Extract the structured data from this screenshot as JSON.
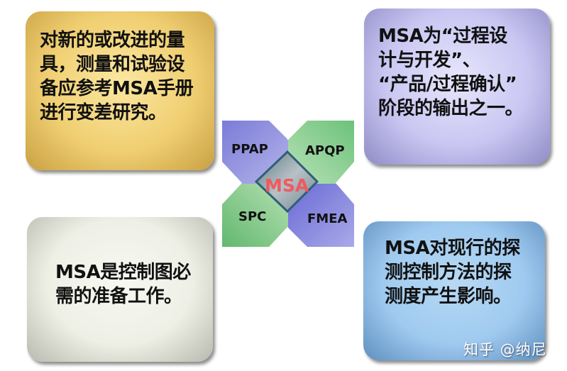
{
  "boxes": {
    "top_left": {
      "text": "对新的或改进的量\n具，测量和试验设\n备应参考MSA手册\n进行变差研究。",
      "color": "#f0cf72"
    },
    "top_right": {
      "text": "MSA为“过程设\n计与开发”、\n “产品/过程确认”\n阶段的输出之一。",
      "color": "#c9c6f2"
    },
    "bottom_left": {
      "text": "MSA是控制图必\n需的准备工作。",
      "color": "#eef0e6"
    },
    "bottom_right": {
      "text": "MSA对现行的探\n测控制方法的探\n测度产生影响。",
      "color": "#9fcaf0"
    }
  },
  "center_diagram": {
    "core": "MSA",
    "core_color": "#ef5a5f",
    "quadrants": [
      {
        "label": "PPAP",
        "position": "top-left",
        "color": "#8f8fdc"
      },
      {
        "label": "APQP",
        "position": "top-right",
        "color": "#8fcf8f"
      },
      {
        "label": "SPC",
        "position": "bottom-left",
        "color": "#8fcf8f"
      },
      {
        "label": "FMEA",
        "position": "bottom-right",
        "color": "#8f8fdc"
      }
    ]
  },
  "watermark": "知乎 @纳尼"
}
